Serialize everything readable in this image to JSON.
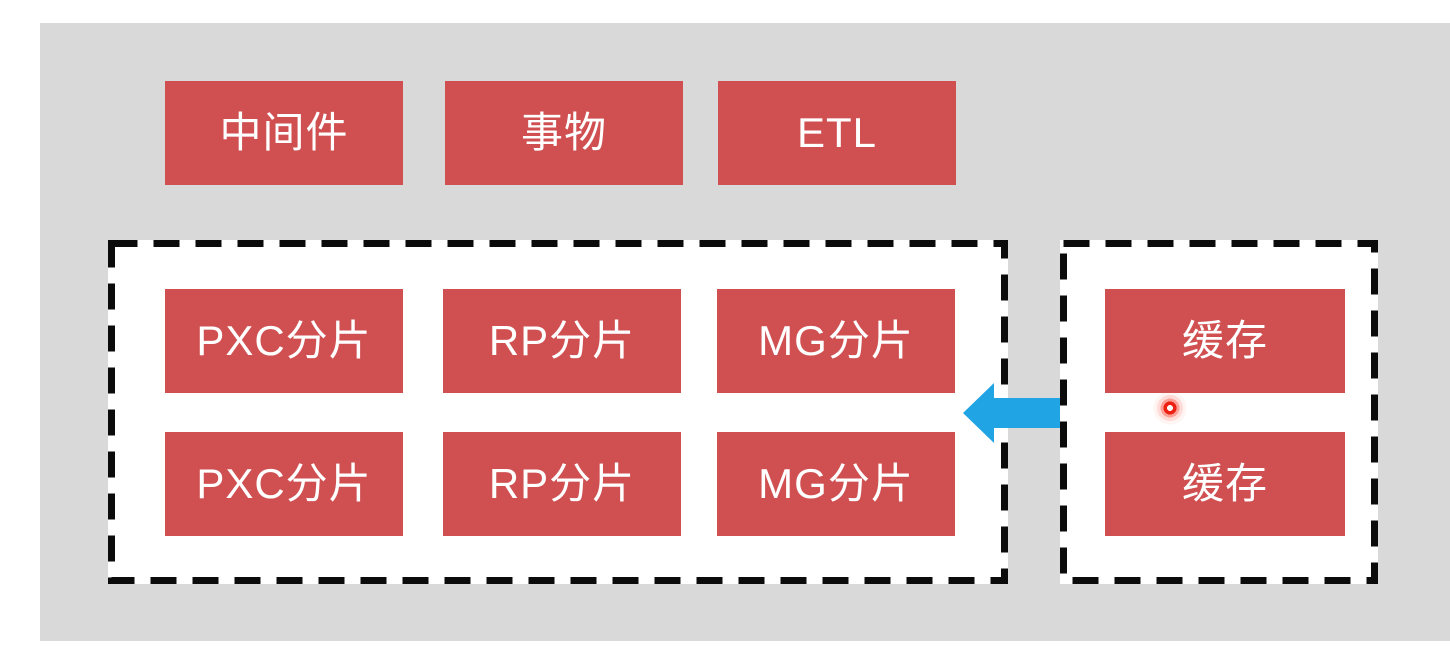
{
  "colors": {
    "page_bg": "#ffffff",
    "stage_bg": "#d9d9d9",
    "box_fill": "#d05052",
    "box_text": "#ffffff",
    "frame_stroke": "#0b0b0b",
    "cluster_bg": "#ffffff",
    "arrow_fill": "#21a4e4",
    "dot_ring": "#ee2013"
  },
  "top_row": {
    "boxes": [
      {
        "label": "中间件"
      },
      {
        "label": "事物"
      },
      {
        "label": "ETL"
      }
    ]
  },
  "shard_cluster": {
    "rows": [
      {
        "boxes": [
          {
            "label": "PXC分片"
          },
          {
            "label": "RP分片"
          },
          {
            "label": "MG分片"
          }
        ]
      },
      {
        "boxes": [
          {
            "label": "PXC分片"
          },
          {
            "label": "RP分片"
          },
          {
            "label": "MG分片"
          }
        ]
      }
    ]
  },
  "cache_cluster": {
    "boxes": [
      {
        "label": "缓存"
      },
      {
        "label": "缓存"
      }
    ]
  },
  "connector": {
    "type": "bidirectional-arrow"
  }
}
